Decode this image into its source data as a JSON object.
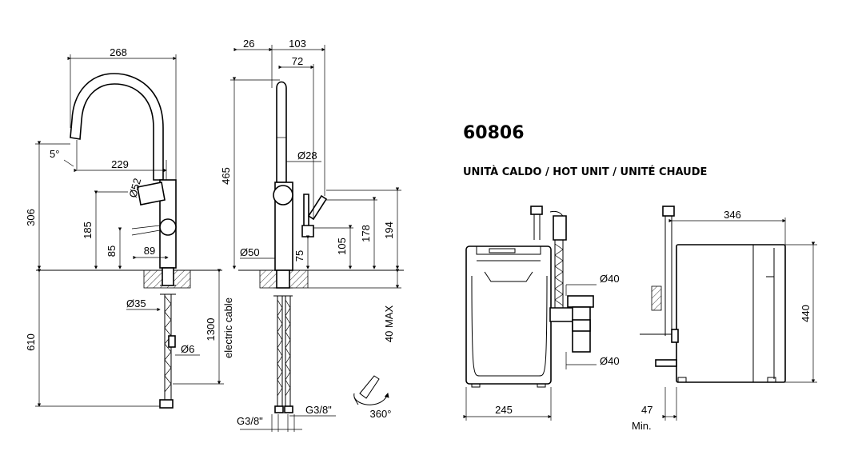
{
  "product": {
    "code": "60806",
    "unit_title": "UNITÀ CALDO / HOT UNIT / UNITÉ CHAUDE"
  },
  "front_view": {
    "width": "268",
    "angle": "5°",
    "reach": "229",
    "handle_diameter": "Ø52",
    "total_height": "306",
    "lever_height": "185",
    "knob_height": "85",
    "knob_offset": "89",
    "shank_diameter": "Ø35",
    "cable_diameter": "Ø6",
    "under_length": "610",
    "cable_length": "1300",
    "cable_label": "electric cable"
  },
  "side_view": {
    "top_offset": "26",
    "depth": "103",
    "spout_offset": "72",
    "height": "465",
    "spout_diameter": "Ø28",
    "base_diameter": "Ø50",
    "base_height": "75",
    "knob_height": "105",
    "lever_height": "178",
    "handle_height": "194",
    "deck_thickness": "40 MAX",
    "thread_left": "G3/8\"",
    "thread_right": "G3/8\"",
    "rotation": "360°"
  },
  "hot_unit": {
    "width": "245",
    "pipe_diameter_top": "Ø40",
    "pipe_diameter_bottom": "Ø40",
    "depth": "346",
    "height": "440",
    "min_clearance": "47",
    "min_label": "Min."
  }
}
